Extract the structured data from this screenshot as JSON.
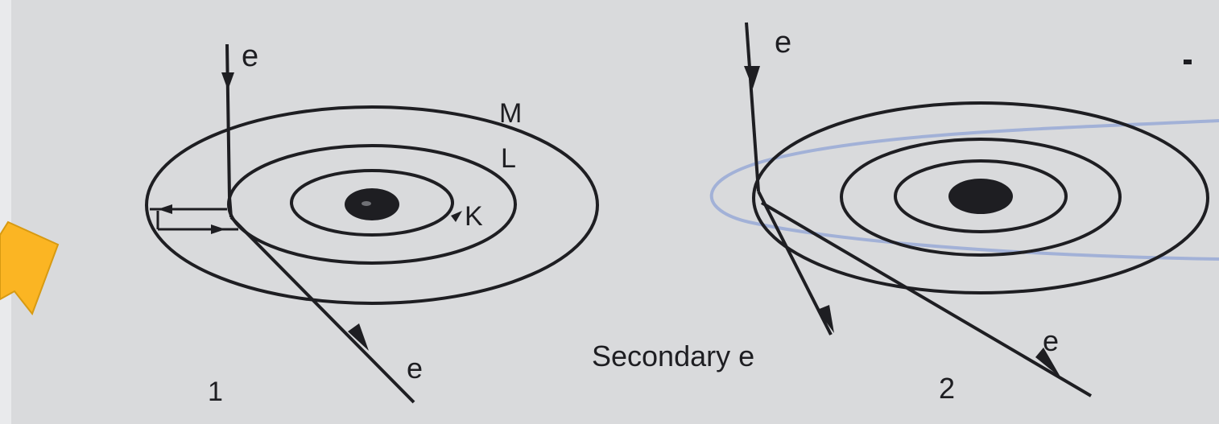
{
  "colors": {
    "paper": "#d9dadc",
    "ink": "#1e1e22",
    "pen_blue": "#8fa3d6",
    "arrow_fill": "#fbb523",
    "arrow_stroke": "#d79a12"
  },
  "icons": {
    "pointer": "pointer-arrow-icon",
    "nucleus": "nucleus-icon"
  },
  "diagram": {
    "left": {
      "incoming_label": "e",
      "outgoing_label": "e",
      "shell_m_label": "M",
      "shell_l_label": "L",
      "shell_k_label": "K",
      "number": "1"
    },
    "right": {
      "incoming_label": "e",
      "secondary_label": "Secondary e",
      "outgoing_label": "e",
      "number": "2"
    }
  }
}
